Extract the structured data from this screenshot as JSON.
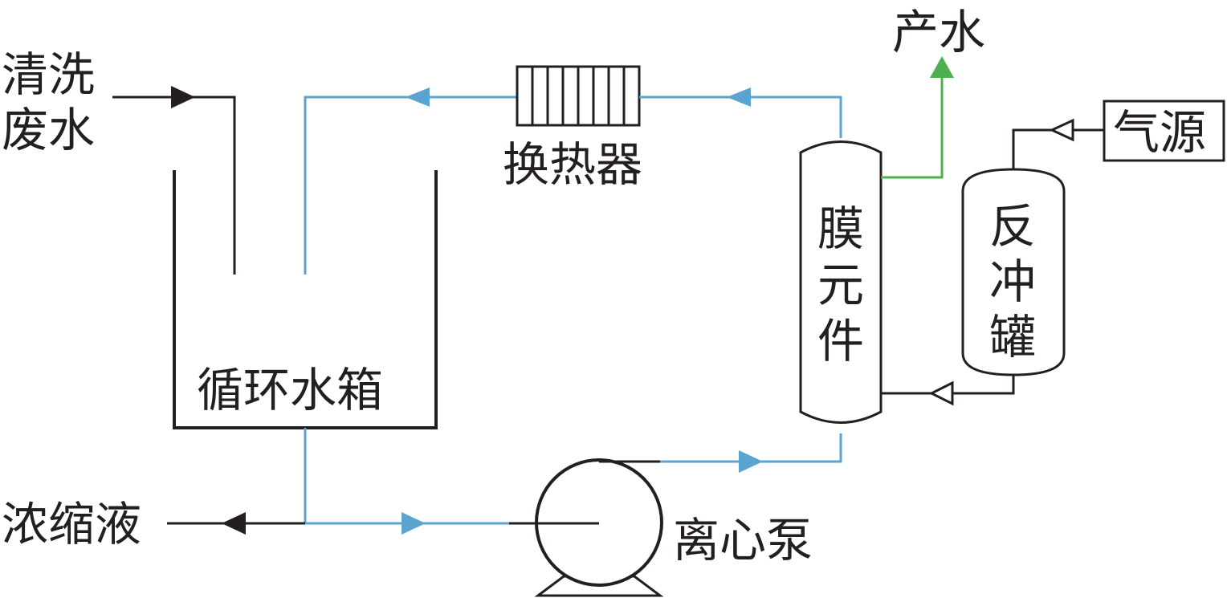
{
  "labels": {
    "cleaning_wastewater": [
      "清洗",
      "废水"
    ],
    "heat_exchanger": "换热器",
    "product_water": "产水",
    "gas_source": "气源",
    "membrane_element": [
      "膜",
      "元",
      "件"
    ],
    "backflush_tank": [
      "反",
      "冲",
      "罐"
    ],
    "circulation_tank": "循环水箱",
    "concentrate": "浓缩液",
    "centrifugal_pump": "离心泵"
  },
  "colors": {
    "line": "#231f20",
    "process_flow": "#5ba4cf",
    "product_flow": "#4caf50"
  }
}
